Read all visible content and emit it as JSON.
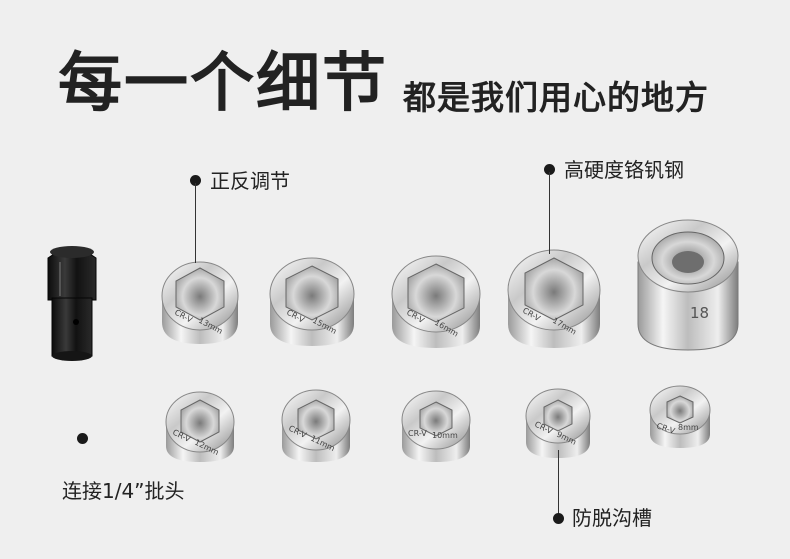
{
  "headline": {
    "big": "每一个细节",
    "small": "都是我们用心的地方"
  },
  "callouts": {
    "reversible": "正反调节",
    "steel": "高硬度铬钒钢",
    "adapter": "连接1/4”批头",
    "groove": "防脱沟槽"
  },
  "sockets_top": [
    {
      "mark": "CR-V",
      "size": "13mm"
    },
    {
      "mark": "CR-V",
      "size": "15mm"
    },
    {
      "mark": "CR-V",
      "size": "16mm"
    },
    {
      "mark": "CR-V",
      "size": "17mm"
    },
    {
      "mark": "",
      "size": "18"
    }
  ],
  "sockets_bottom": [
    {
      "mark": "CR-V",
      "size": "12mm"
    },
    {
      "mark": "CR-V",
      "size": "11mm"
    },
    {
      "mark": "CR-V",
      "size": "10mm"
    },
    {
      "mark": "CR-V",
      "size": "9mm"
    },
    {
      "mark": "CR-V",
      "size": "8mm"
    }
  ],
  "colors": {
    "background": "#efefef",
    "text": "#222222",
    "chrome_light": "#f4f4f4",
    "chrome_dark": "#8c8c8c",
    "adapter_black": "#1c1c1c"
  }
}
